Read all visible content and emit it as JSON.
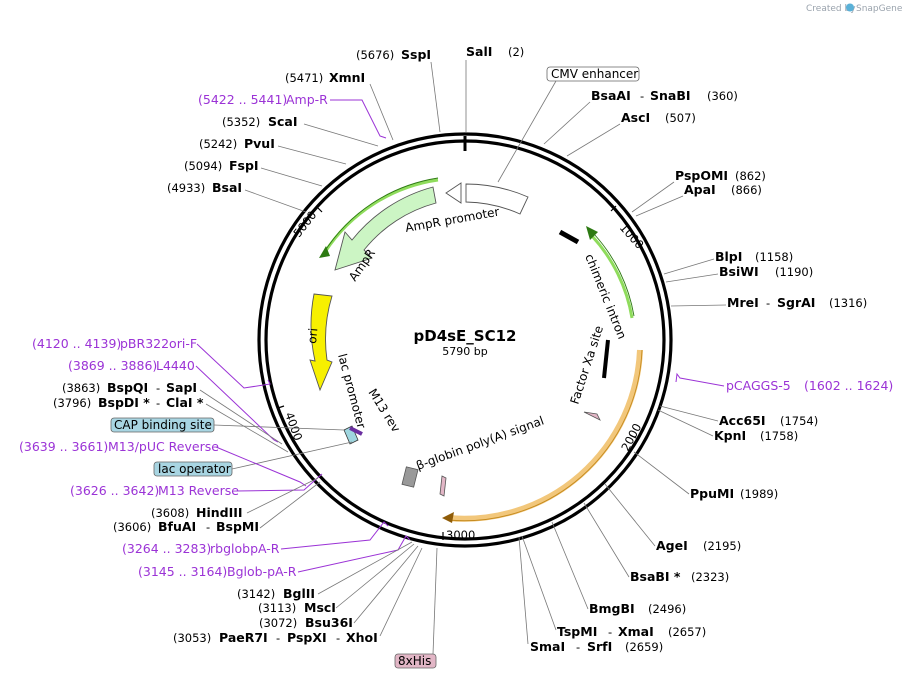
{
  "credit": {
    "prefix": "Created by",
    "brand": "SnapGene"
  },
  "plasmid": {
    "name": "pD4sE_SC12",
    "length": "5790 bp"
  },
  "ticks": [
    "1000",
    "2000",
    "3000",
    "4000",
    "5000"
  ],
  "sites": {
    "sspi": {
      "pos": "(5676)",
      "name": "SspI"
    },
    "sali": {
      "name": "SalI",
      "pos": "(2)"
    },
    "xmni": {
      "pos": "(5471)",
      "name": "XmnI"
    },
    "scai": {
      "pos": "(5352)",
      "name": "ScaI"
    },
    "pvui": {
      "pos": "(5242)",
      "name": "PvuI"
    },
    "fspi": {
      "pos": "(5094)",
      "name": "FspI"
    },
    "bsai": {
      "pos": "(4933)",
      "name": "BsaI"
    },
    "bsaai": {
      "name": "BsaAI",
      "sep": "-",
      "name2": "SnaBI",
      "pos": "(360)"
    },
    "asci": {
      "name": "AscI",
      "pos": "(507)"
    },
    "pspomi": {
      "name": "PspOMI",
      "pos": "(862)"
    },
    "apai": {
      "name": "ApaI",
      "pos": "(866)"
    },
    "blpi": {
      "name": "BlpI",
      "pos": "(1158)"
    },
    "bsiwi": {
      "name": "BsiWI",
      "pos": "(1190)"
    },
    "mrei": {
      "name": "MreI",
      "sep": "-",
      "name2": "SgrAI",
      "pos": "(1316)"
    },
    "acc65i": {
      "name": "Acc65I",
      "pos": "(1754)"
    },
    "kpni": {
      "name": "KpnI",
      "pos": "(1758)"
    },
    "ppumi": {
      "name": "PpuMI",
      "pos": "(1989)"
    },
    "agei": {
      "name": "AgeI",
      "pos": "(2195)"
    },
    "bsabi": {
      "name": "BsaBI *",
      "pos": "(2323)"
    },
    "bmgbi": {
      "name": "BmgBI",
      "pos": "(2496)"
    },
    "tspmi": {
      "name": "TspMI",
      "sep": "-",
      "name2": "XmaI",
      "pos": "(2657)"
    },
    "smai": {
      "name": "SmaI",
      "sep": "-",
      "name2": "SrfI",
      "pos": "(2659)"
    },
    "bspqi": {
      "pos": "(3863)",
      "name": "BspQI",
      "sep": "-",
      "name2": "SapI"
    },
    "bspdi": {
      "pos": "(3796)",
      "name": "BspDI *",
      "sep": "-",
      "name2": "ClaI *"
    },
    "hindiii": {
      "pos": "(3608)",
      "name": "HindIII"
    },
    "bfuai": {
      "pos": "(3606)",
      "name": "BfuAI",
      "sep": "-",
      "name2": "BspMI"
    },
    "bglii": {
      "pos": "(3142)",
      "name": "BglII"
    },
    "msci": {
      "pos": "(3113)",
      "name": "MscI"
    },
    "bsu36i": {
      "pos": "(3072)",
      "name": "Bsu36I"
    },
    "paer7i": {
      "pos": "(3053)",
      "name": "PaeR7I",
      "sep": "-",
      "name2": "PspXI",
      "sep2": "-",
      "name3": "XhoI"
    }
  },
  "primers": {
    "ampr": {
      "range": "(5422 .. 5441)",
      "name": "Amp-R"
    },
    "pbr322": {
      "range": "(4120 .. 4139)",
      "name": "pBR322ori-F"
    },
    "l4440": {
      "range": "(3869 .. 3886)",
      "name": "L4440"
    },
    "m13puc": {
      "range": "(3639 .. 3661)",
      "name": "M13/pUC Reverse"
    },
    "m13rev": {
      "range": "(3626 .. 3642)",
      "name": "M13 Reverse"
    },
    "rbglob": {
      "range": "(3264 .. 3283)",
      "name": "rbglobpA-R"
    },
    "bglob": {
      "range": "(3145 .. 3164)",
      "name": "Bglob-pA-R"
    },
    "pcaggs": {
      "name": "pCAGGS-5",
      "range": "(1602 .. 1624)"
    }
  },
  "boxed": {
    "cmv": "CMV enhancer",
    "cap": "CAP binding site",
    "lacop": "lac operator",
    "his": "8xHis"
  },
  "features": {
    "amprpromoter": "AmpR promoter",
    "ampr": "AmpR",
    "ori": "ori",
    "lacpromoter": "lac promoter",
    "m13rev": "M13 rev",
    "chimeric": "chimeric intron",
    "factorxa": "Factor Xa site",
    "globin": "β-globin poly(A) signal"
  },
  "colors": {
    "ampr_fill": "#ccf5c4",
    "ori_fill": "#f7f000",
    "orange": "#f2c77b",
    "green_outline": "#8fdc5c",
    "primer": "#9b33d6",
    "box_blue": "#a8d5e2",
    "box_pink": "#e2b6c6"
  }
}
